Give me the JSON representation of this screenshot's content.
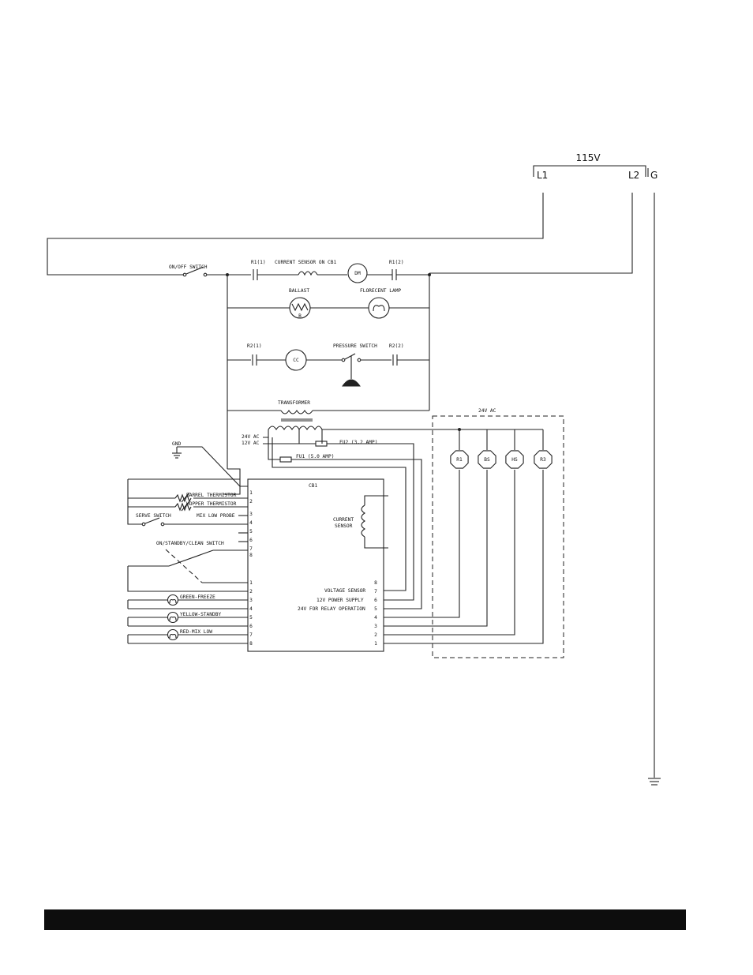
{
  "supply": {
    "voltage": "115V",
    "l1": "L1",
    "l2": "L2",
    "g": "G"
  },
  "main": {
    "on_off_switch": "ON/OFF SWITCH",
    "r1_1": "R1(1)",
    "current_sensor_cb1": "CURRENT SENSOR ON CB1",
    "dm": "DM",
    "r1_2": "R1(2)",
    "ballast": "BALLAST",
    "ballast_mark": "B",
    "lamp": "FLORECENT LAMP",
    "r2_1": "R2(1)",
    "cc": "CC",
    "pressure_switch": "PRESSURE SWITCH",
    "r2_2": "R2(2)",
    "transformer": "TRANSFORMER",
    "v24": "24V AC",
    "v12": "12V AC",
    "fu2": "FU2 (3.2 AMP)",
    "fu1": "FU1 (5.0 AMP)",
    "gnd": "GND"
  },
  "relay_box": {
    "label": "24V AC",
    "relays": [
      "R1",
      "BS",
      "HS",
      "R3"
    ]
  },
  "cb1": {
    "title": "CB1",
    "current_sensor": [
      "CURRENT",
      "SENSOR"
    ],
    "left_pins_top": [
      "1",
      "2",
      "3",
      "4",
      "5",
      "6",
      "7",
      "8"
    ],
    "left_pins_bottom": [
      "1",
      "2",
      "3",
      "4",
      "5",
      "6",
      "7",
      "8"
    ],
    "right_pins": [
      "8",
      "7",
      "6",
      "5",
      "4",
      "3",
      "2",
      "1"
    ],
    "voltage_sensor": "VOLTAGE SENSOR",
    "power_supply_12v": "12V POWER SUPPLY",
    "relay_24v": "24V FOR RELAY OPERATION"
  },
  "inputs": {
    "barrel": "BARREL THERMISTOR",
    "hopper": "HOPPER THERMISTOR",
    "mix_low_probe": "MIX LOW PROBE",
    "serve_switch": "SERVE SWITCH",
    "on_standby_clean": "ON/STANDBY/CLEAN SWITCH",
    "green": "GREEN-FREEZE",
    "yellow": "YELLOW-STANDBY",
    "red": "RED-MIX LOW"
  }
}
